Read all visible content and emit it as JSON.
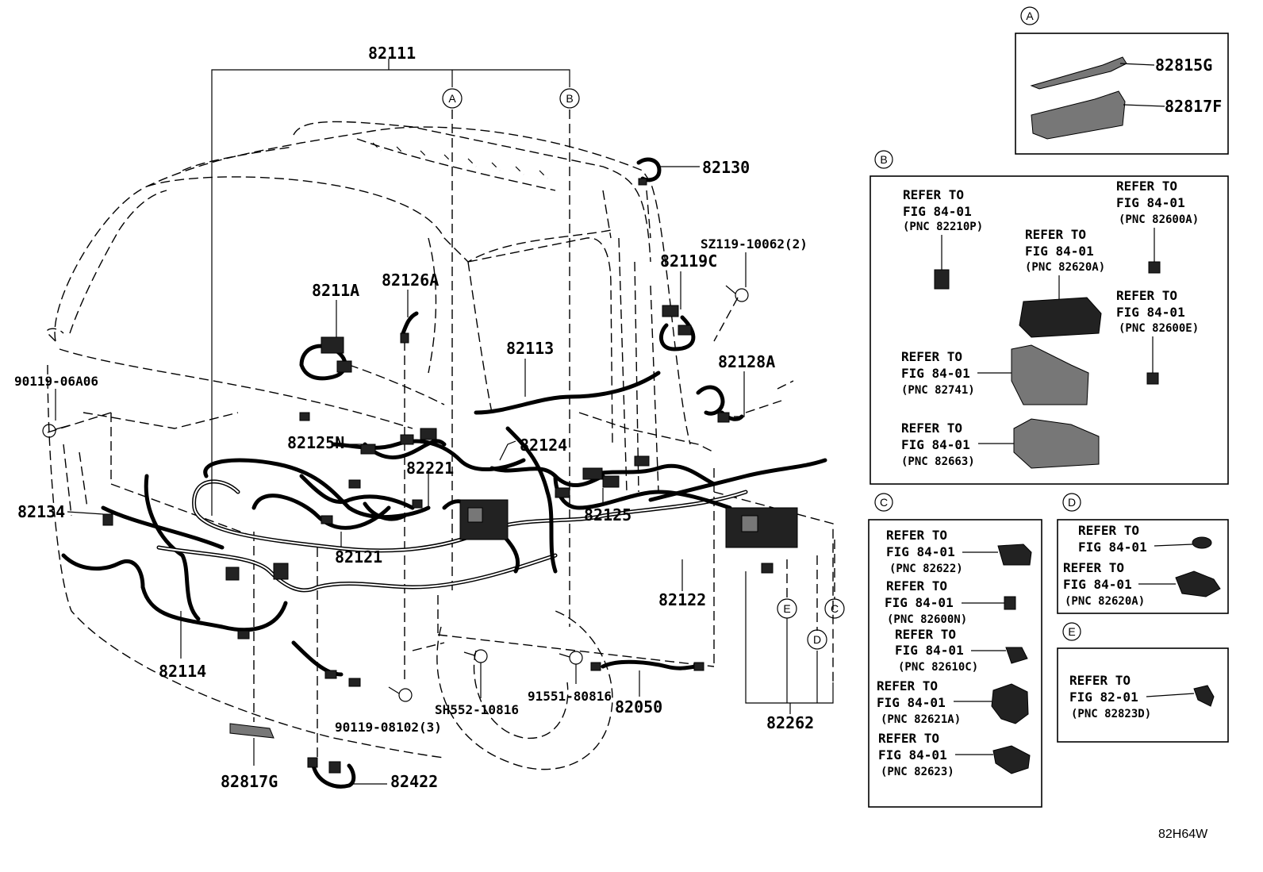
{
  "diagram_code": "82H64W",
  "main_labels": {
    "p82111": "82111",
    "p82130": "82130",
    "p82119c": "82119C",
    "sz119": "SZ119-10062(2)",
    "p8211a": "8211A",
    "p82126a": "82126A",
    "p82113": "82113",
    "p82128a": "82128A",
    "p90119_06a06": "90119-06A06",
    "p82125n": "82125N",
    "p82124": "82124",
    "p82221": "82221",
    "p82134": "82134",
    "p82125": "82125",
    "p82121": "82121",
    "p82122": "82122",
    "p82114": "82114",
    "sh552": "SH552-10816",
    "p91551": "91551-80816",
    "p82050": "82050",
    "p82262": "82262",
    "p90119_08102": "90119-08102(3)",
    "p82817g": "82817G",
    "p82422": "82422"
  },
  "markers": {
    "a": "A",
    "b": "B",
    "c": "C",
    "d": "D",
    "e": "E"
  },
  "panel_a": {
    "tag": "A",
    "items": [
      "82815G",
      "82817F"
    ]
  },
  "panel_b": {
    "tag": "B",
    "refs": [
      {
        "l1": "REFER TO",
        "l2": "FIG 84-01",
        "l3": "(PNC 82210P)"
      },
      {
        "l1": "REFER TO",
        "l2": "FIG 84-01",
        "l3": "(PNC 82600A)"
      },
      {
        "l1": "REFER TO",
        "l2": "FIG 84-01",
        "l3": "(PNC 82620A)"
      },
      {
        "l1": "REFER TO",
        "l2": "FIG 84-01",
        "l3": "(PNC 82600E)"
      },
      {
        "l1": "REFER TO",
        "l2": "FIG 84-01",
        "l3": "(PNC 82741)"
      },
      {
        "l1": "REFER TO",
        "l2": "FIG 84-01",
        "l3": "(PNC 82663)"
      }
    ]
  },
  "panel_c": {
    "tag": "C",
    "refs": [
      {
        "l1": "REFER TO",
        "l2": "FIG 84-01",
        "l3": "(PNC 82622)"
      },
      {
        "l1": "REFER TO",
        "l2": "FIG 84-01",
        "l3": "(PNC 82600N)"
      },
      {
        "l1": "REFER TO",
        "l2": "FIG 84-01",
        "l3": "(PNC 82610C)"
      },
      {
        "l1": "REFER TO",
        "l2": "FIG 84-01",
        "l3": "(PNC 82621A)"
      },
      {
        "l1": "REFER TO",
        "l2": "FIG 84-01",
        "l3": "(PNC 82623)"
      }
    ]
  },
  "panel_d": {
    "tag": "D",
    "refs": [
      {
        "l1": "REFER TO",
        "l2": "FIG 84-01",
        "l3": ""
      },
      {
        "l1": "REFER TO",
        "l2": "FIG 84-01",
        "l3": "(PNC 82620A)"
      }
    ]
  },
  "panel_e": {
    "tag": "E",
    "refs": [
      {
        "l1": "REFER TO",
        "l2": "FIG 82-01",
        "l3": "(PNC 82823D)"
      }
    ]
  }
}
